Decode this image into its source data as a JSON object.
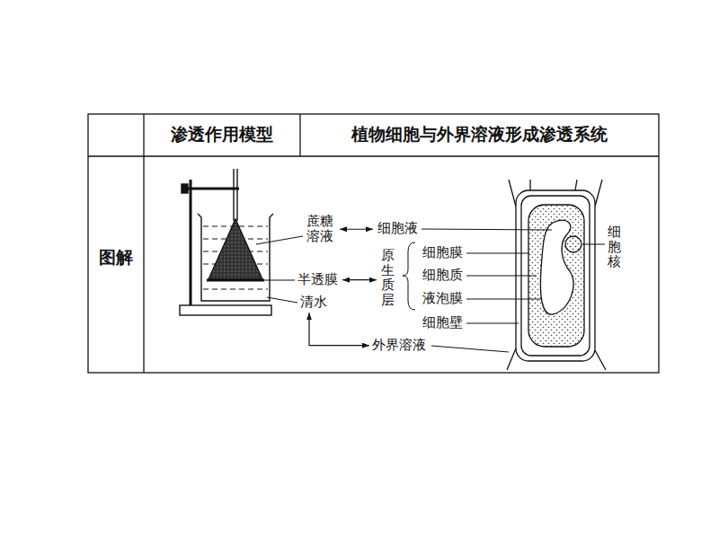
{
  "diagram": {
    "nodes": [
      {
        "text": [
          "蔗糖溶液"
        ]
      },
      {
        "text": [
          "细胞液"
        ]
      },
      {
        "text": [
          "半透膜"
        ]
      },
      {
        "text": [
          "原生质层"
        ]
      },
      {
        "text": [
          "清水"
        ]
      },
      {
        "text": [
          "外界溶液"
        ]
      }
    ],
    "edges": [
      {
        "from": 0,
        "to": 1,
        "arrow": "both"
      },
      {
        "from": 2,
        "to": 3,
        "arrow": "both"
      },
      {
        "from": 4,
        "to": 5,
        "arrow": "both"
      }
    ],
    "labels": [
      "渗透作用模型",
      "植物细胞与外界溶液形成渗透系统",
      "图解",
      "细胞膜",
      "细胞质",
      "液泡膜",
      "细胞壁",
      "细胞核"
    ]
  }
}
